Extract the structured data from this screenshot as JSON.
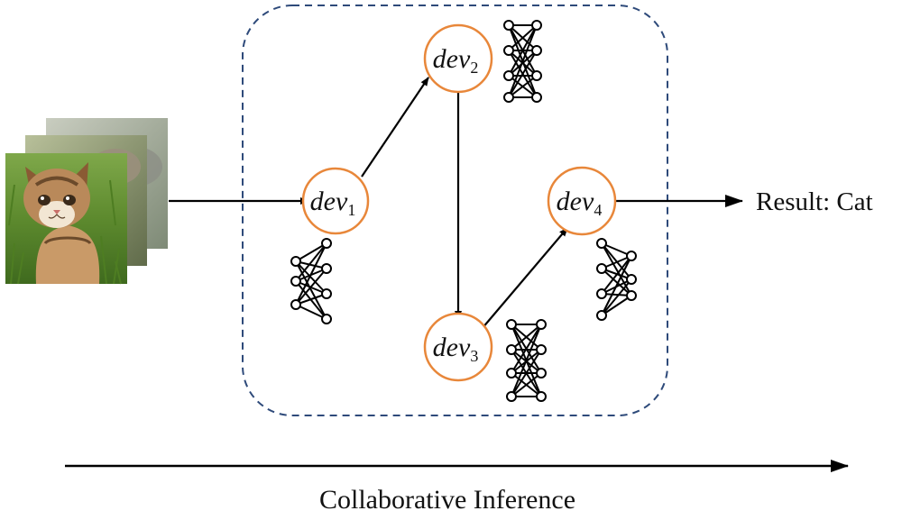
{
  "diagram": {
    "devices": [
      {
        "id": "dev1",
        "base": "dev",
        "sub": "1"
      },
      {
        "id": "dev2",
        "base": "dev",
        "sub": "2"
      },
      {
        "id": "dev3",
        "base": "dev",
        "sub": "3"
      },
      {
        "id": "dev4",
        "base": "dev",
        "sub": "4"
      }
    ],
    "edges": [
      {
        "from": "input-images",
        "to": "dev1"
      },
      {
        "from": "dev1",
        "to": "dev2"
      },
      {
        "from": "dev2",
        "to": "dev3"
      },
      {
        "from": "dev3",
        "to": "dev4"
      },
      {
        "from": "dev4",
        "to": "result"
      }
    ],
    "result_label": "Result: Cat",
    "caption": "Collaborative Inference",
    "colors": {
      "node_border": "#e8873a",
      "boundary": "#2e4a7a",
      "arrow": "#000000"
    },
    "icons": [
      "cat-image-stack",
      "neural-network-icon"
    ]
  }
}
